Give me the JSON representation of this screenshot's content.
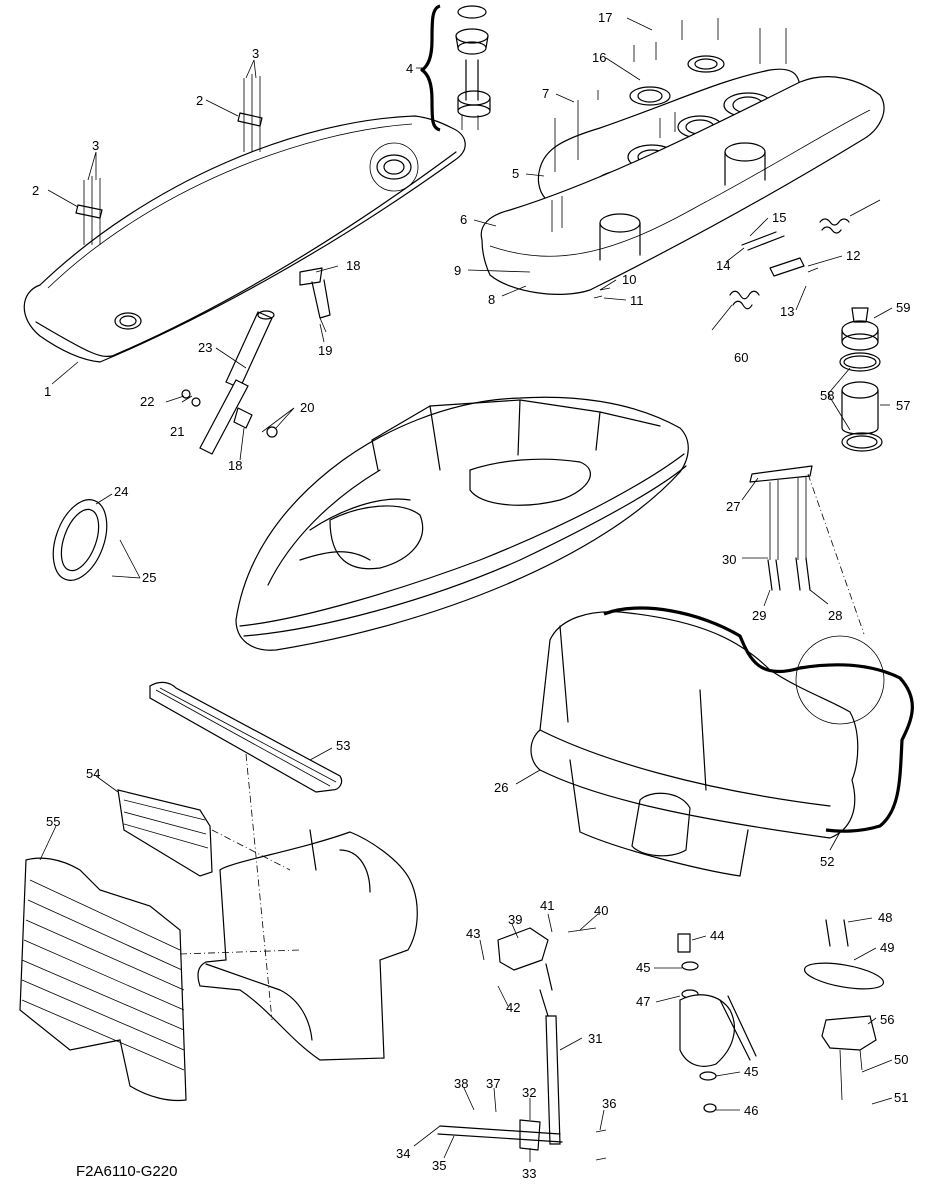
{
  "diagram": {
    "drawing_code": "F2A6110-G220",
    "callouts": [
      {
        "id": "c1",
        "text": "1"
      },
      {
        "id": "c2a",
        "text": "2"
      },
      {
        "id": "c2b",
        "text": "2"
      },
      {
        "id": "c3a",
        "text": "3"
      },
      {
        "id": "c3b",
        "text": "3"
      },
      {
        "id": "c4",
        "text": "4"
      },
      {
        "id": "c5",
        "text": "5"
      },
      {
        "id": "c6",
        "text": "6"
      },
      {
        "id": "c7",
        "text": "7"
      },
      {
        "id": "c8",
        "text": "8"
      },
      {
        "id": "c9",
        "text": "9"
      },
      {
        "id": "c10",
        "text": "10"
      },
      {
        "id": "c11",
        "text": "11"
      },
      {
        "id": "c12",
        "text": "12"
      },
      {
        "id": "c13",
        "text": "13"
      },
      {
        "id": "c14",
        "text": "14"
      },
      {
        "id": "c15",
        "text": "15"
      },
      {
        "id": "c16",
        "text": "16"
      },
      {
        "id": "c17",
        "text": "17"
      },
      {
        "id": "c18a",
        "text": "18"
      },
      {
        "id": "c18b",
        "text": "18"
      },
      {
        "id": "c19",
        "text": "19"
      },
      {
        "id": "c20",
        "text": "20"
      },
      {
        "id": "c21",
        "text": "21"
      },
      {
        "id": "c22",
        "text": "22"
      },
      {
        "id": "c23",
        "text": "23"
      },
      {
        "id": "c24",
        "text": "24"
      },
      {
        "id": "c25",
        "text": "25"
      },
      {
        "id": "c26",
        "text": "26"
      },
      {
        "id": "c27",
        "text": "27"
      },
      {
        "id": "c28",
        "text": "28"
      },
      {
        "id": "c29",
        "text": "29"
      },
      {
        "id": "c30",
        "text": "30"
      },
      {
        "id": "c31",
        "text": "31"
      },
      {
        "id": "c32",
        "text": "32"
      },
      {
        "id": "c33",
        "text": "33"
      },
      {
        "id": "c34",
        "text": "34"
      },
      {
        "id": "c35",
        "text": "35"
      },
      {
        "id": "c36",
        "text": "36"
      },
      {
        "id": "c37",
        "text": "37"
      },
      {
        "id": "c38",
        "text": "38"
      },
      {
        "id": "c39",
        "text": "39"
      },
      {
        "id": "c40",
        "text": "40"
      },
      {
        "id": "c41",
        "text": "41"
      },
      {
        "id": "c42",
        "text": "42"
      },
      {
        "id": "c43",
        "text": "43"
      },
      {
        "id": "c44",
        "text": "44"
      },
      {
        "id": "c45a",
        "text": "45"
      },
      {
        "id": "c45b",
        "text": "45"
      },
      {
        "id": "c46",
        "text": "46"
      },
      {
        "id": "c47",
        "text": "47"
      },
      {
        "id": "c48",
        "text": "48"
      },
      {
        "id": "c49",
        "text": "49"
      },
      {
        "id": "c50",
        "text": "50"
      },
      {
        "id": "c51",
        "text": "51"
      },
      {
        "id": "c52",
        "text": "52"
      },
      {
        "id": "c53",
        "text": "53"
      },
      {
        "id": "c54",
        "text": "54"
      },
      {
        "id": "c55",
        "text": "55"
      },
      {
        "id": "c56",
        "text": "56"
      },
      {
        "id": "c57",
        "text": "57"
      },
      {
        "id": "c58",
        "text": "58"
      },
      {
        "id": "c59",
        "text": "59"
      },
      {
        "id": "c60",
        "text": "60"
      }
    ]
  }
}
